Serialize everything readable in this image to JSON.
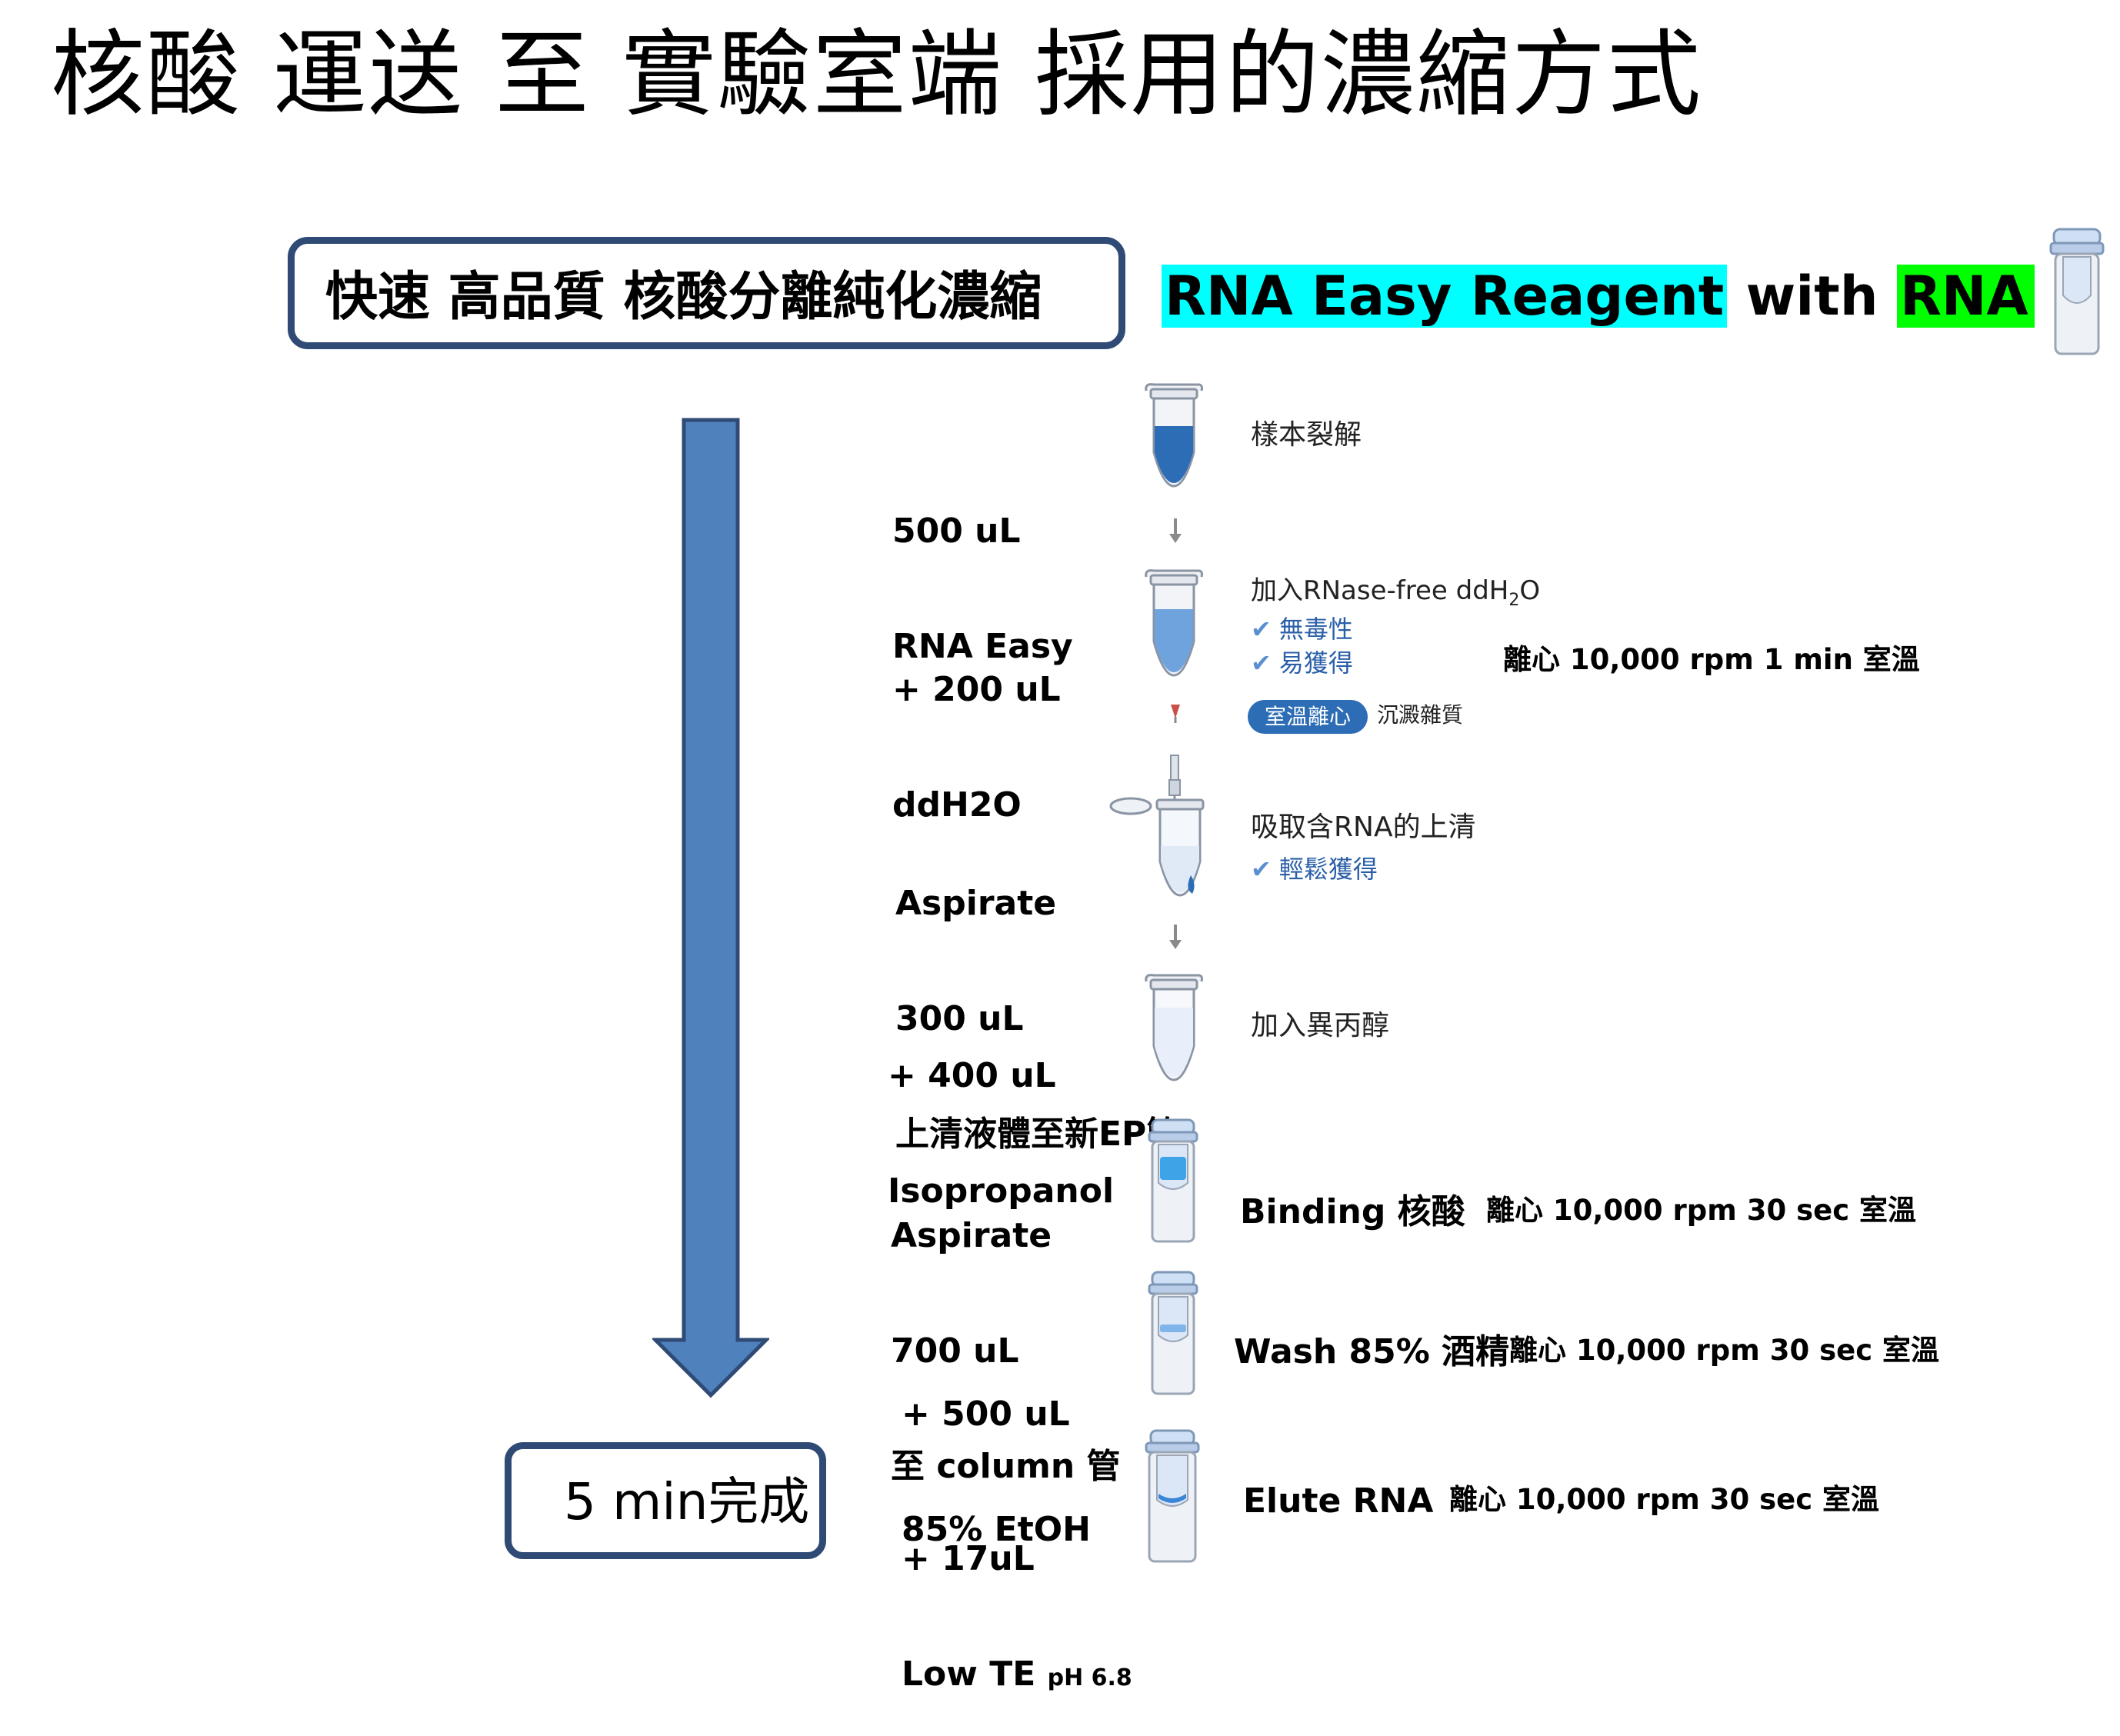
{
  "title": "核酸 運送 至 實驗室端 採用的濃縮方式",
  "banner": "快速 高品質 核酸分離純化濃縮",
  "reagent": {
    "part1": "RNA Easy Reagent",
    "part2": " with ",
    "part3": "RNA column"
  },
  "done_label": "5 min完成",
  "colors": {
    "arrow": "#4f81bd",
    "arrow_border": "#2f4b75",
    "box_border": "#2f4b75",
    "cyan": "#00ffff",
    "green": "#00ff00",
    "liquid_dark": "#2c6db5",
    "liquid_light": "#6fa3dd",
    "liquid_pale": "#e8effa"
  },
  "steps": [
    {
      "line1": "500 uL",
      "line2": "RNA Easy",
      "line3": ""
    },
    {
      "line1": "+ 200 uL",
      "line2": "ddH2O",
      "line3": ""
    },
    {
      "line1": "Aspirate",
      "line2": "300 uL",
      "line3": "上清液體至新EP管"
    },
    {
      "line1": "+ 400 uL",
      "line2": "Isopropanol",
      "line3": ""
    },
    {
      "line1": "Aspirate",
      "line2": "700 uL",
      "line3": "至 column 管"
    },
    {
      "line1": "+ 500 uL",
      "line2": "85% EtOH",
      "line3": ""
    },
    {
      "line1": "+ 17uL",
      "line2": "Low TE ",
      "line2_small": "pH 6.8",
      "line3": ""
    }
  ],
  "descs": {
    "lysis": "樣本裂解",
    "add_water_prefix": "加入RNase-free ddH",
    "add_water_sub": "2",
    "add_water_suffix": "O",
    "nontoxic": "無毒性",
    "easy_get": "易獲得",
    "rt_spin": "室溫離心",
    "precipitate": "沉澱雜質",
    "take_super": "吸取含RNA的上清",
    "easy_obtain": "輕鬆獲得",
    "add_iso": "加入異丙醇",
    "binding": "Binding 核酸",
    "wash": "Wash 85% 酒精",
    "elute": "Elute RNA"
  },
  "spins": {
    "s1": "離心 10,000 rpm 1 min 室溫",
    "s2": "離心 10,000 rpm 30 sec 室溫",
    "s3": "離心 10,000 rpm 30 sec 室溫",
    "s4": "離心 10,000 rpm 30 sec 室溫"
  },
  "icons": {
    "check": "checkmark-icon",
    "tube": "eppendorf-tube-icon",
    "column": "spin-column-icon",
    "pipette": "pipette-icon",
    "down_arrow": "small-down-arrow-icon"
  }
}
